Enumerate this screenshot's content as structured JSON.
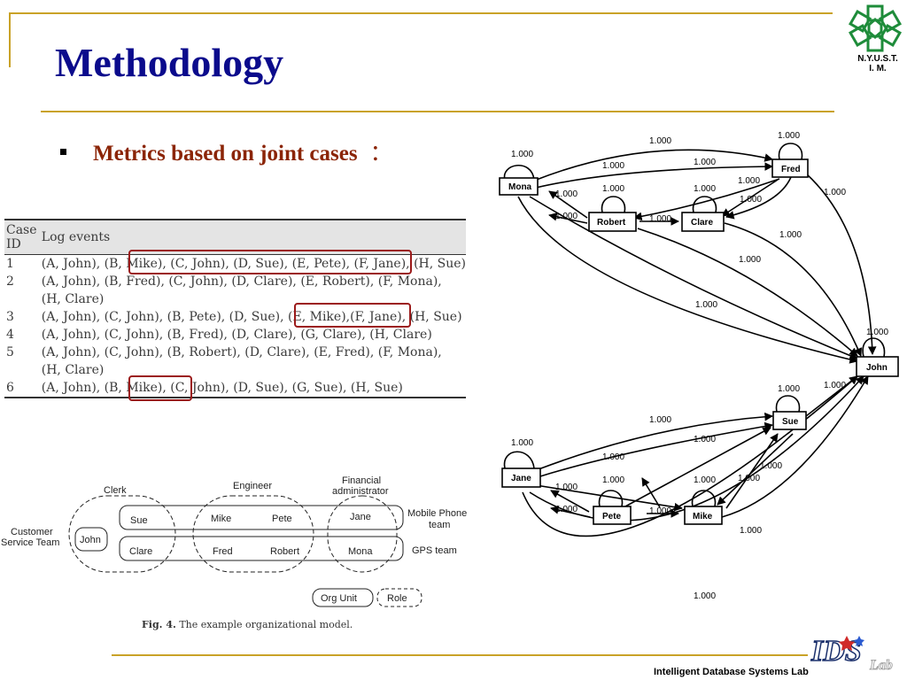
{
  "slide": {
    "title": "Methodology",
    "bullet": "Metrics based on joint cases",
    "bullet_colon": "：",
    "logo_text_line1": "N.Y.U.S.T.",
    "logo_text_line2": "I. M.",
    "footer": "Intelligent Database Systems Lab",
    "lab_logo_text": "IDS Lab",
    "accent_color": "#c9a227",
    "title_color": "#0b0b8c",
    "bullet_color": "#8b2507"
  },
  "log_table": {
    "headers": [
      "Case ID",
      "Log events"
    ],
    "rows": [
      {
        "id": "1",
        "lines": [
          "(A, John), (B, Mike), (C, John), (D, Sue), (E, Pete), (F, Jane), (H, Sue)"
        ]
      },
      {
        "id": "2",
        "lines": [
          "(A, John), (B, Fred), (C, John), (D, Clare), (E, Robert), (F, Mona),",
          "(H, Clare)"
        ]
      },
      {
        "id": "3",
        "lines": [
          "(A, John), (C, John), (B, Pete), (D, Sue), (E, Mike),(F, Jane), (H, Sue)"
        ]
      },
      {
        "id": "4",
        "lines": [
          "(A, John), (C, John), (B, Fred), (D, Clare), (G, Clare), (H, Clare)"
        ]
      },
      {
        "id": "5",
        "lines": [
          "(A, John), (C, John), (B, Robert), (D, Clare), (E, Fred), (F, Mona),",
          "(H, Clare)"
        ]
      },
      {
        "id": "6",
        "lines": [
          "(A, John), (B, Mike), (C, John), (D, Sue), (G, Sue), (H, Sue)"
        ]
      }
    ]
  },
  "org_model": {
    "caption_label": "Fig. 4.",
    "caption_text": "The example organizational model.",
    "roles": {
      "clerk": "Clerk",
      "engineer": "Engineer",
      "financial": [
        "Financial",
        "administrator"
      ]
    },
    "teams": {
      "customer_service": [
        "Customer",
        "Service Team"
      ],
      "mobile_phone": [
        "Mobile Phone",
        "team"
      ],
      "gps": "GPS team"
    },
    "people": {
      "john": "John",
      "sue": "Sue",
      "clare": "Clare",
      "mike": "Mike",
      "pete": "Pete",
      "fred": "Fred",
      "robert": "Robert",
      "jane": "Jane",
      "mona": "Mona"
    },
    "legend": {
      "org_unit": "Org Unit",
      "role": "Role"
    }
  },
  "graph": {
    "nodes": {
      "mona": "Mona",
      "fred": "Fred",
      "robert": "Robert",
      "clare": "Clare",
      "john": "John",
      "sue": "Sue",
      "jane": "Jane",
      "pete": "Pete",
      "mike": "Mike"
    },
    "edge_label": "1.000"
  }
}
